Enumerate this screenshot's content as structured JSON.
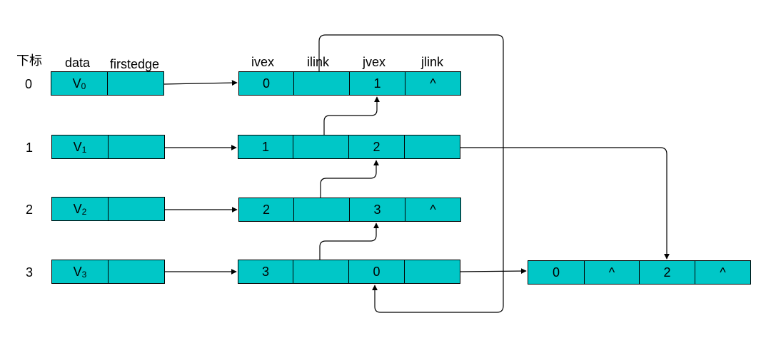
{
  "colors": {
    "cell_fill": "#00c7c7",
    "line": "#000000",
    "background": "#ffffff"
  },
  "headers": {
    "index": "下标",
    "data": "data",
    "firstedge": "firstedge",
    "ivex": "ivex",
    "ilink": "ilink",
    "jvex": "jvex",
    "jlink": "jlink"
  },
  "vertices": [
    {
      "index": "0",
      "name": "V",
      "sub": "0",
      "firstedge": ""
    },
    {
      "index": "1",
      "name": "V",
      "sub": "1",
      "firstedge": ""
    },
    {
      "index": "2",
      "name": "V",
      "sub": "2",
      "firstedge": ""
    },
    {
      "index": "3",
      "name": "V",
      "sub": "3",
      "firstedge": ""
    }
  ],
  "edges": [
    {
      "ivex": "0",
      "ilink": "",
      "jvex": "1",
      "jlink": "^"
    },
    {
      "ivex": "1",
      "ilink": "",
      "jvex": "2",
      "jlink": ""
    },
    {
      "ivex": "2",
      "ilink": "",
      "jvex": "3",
      "jlink": "^"
    },
    {
      "ivex": "3",
      "ilink": "",
      "jvex": "0",
      "jlink": ""
    },
    {
      "ivex": "0",
      "ilink": "^",
      "jvex": "2",
      "jlink": "^"
    }
  ]
}
